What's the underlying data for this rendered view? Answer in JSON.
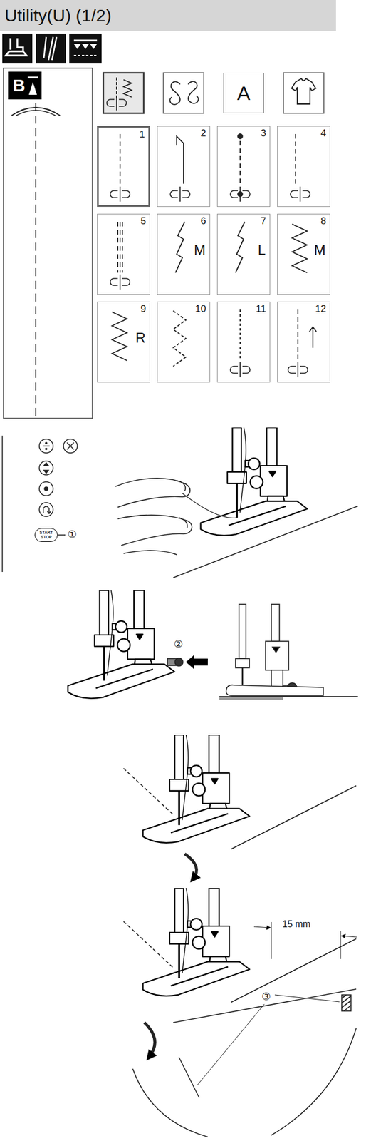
{
  "diagram": {
    "nodes": [
      {
        "text": [
          "Utility(U) (1/2)"
        ]
      },
      {
        "text": [
          "B"
        ]
      },
      {
        "text": [
          "A"
        ]
      },
      {
        "text": [
          "1"
        ]
      },
      {
        "text": [
          "2"
        ]
      },
      {
        "text": [
          "3"
        ]
      },
      {
        "text": [
          "4"
        ]
      },
      {
        "text": [
          "5"
        ]
      },
      {
        "text": [
          "6",
          "M"
        ]
      },
      {
        "text": [
          "7",
          "L"
        ]
      },
      {
        "text": [
          "8",
          "M"
        ]
      },
      {
        "text": [
          "9",
          "R"
        ]
      },
      {
        "text": [
          "10"
        ]
      },
      {
        "text": [
          "11"
        ]
      },
      {
        "text": [
          "12"
        ]
      },
      {
        "text": [
          "START STOP"
        ]
      }
    ],
    "labels": [
      "①",
      "②",
      "③",
      "15 mm"
    ]
  }
}
